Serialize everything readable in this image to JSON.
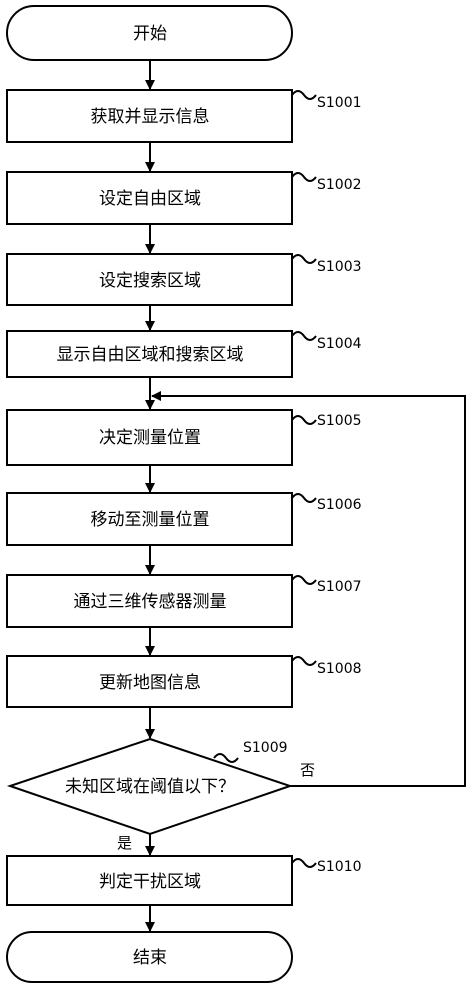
{
  "start": "开始",
  "end": "结束",
  "steps": [
    {
      "id": "S1001",
      "label": "获取并显示信息"
    },
    {
      "id": "S1002",
      "label": "设定自由区域"
    },
    {
      "id": "S1003",
      "label": "设定搜索区域"
    },
    {
      "id": "S1004",
      "label": "显示自由区域和搜索区域"
    },
    {
      "id": "S1005",
      "label": "决定测量位置"
    },
    {
      "id": "S1006",
      "label": "移动至测量位置"
    },
    {
      "id": "S1007",
      "label": "通过三维传感器测量"
    },
    {
      "id": "S1008",
      "label": "更新地图信息"
    }
  ],
  "decision": {
    "id": "S1009",
    "label": "未知区域在阈值以下？",
    "yes": "是",
    "no": "否"
  },
  "final_step": {
    "id": "S1010",
    "label": "判定干扰区域"
  }
}
